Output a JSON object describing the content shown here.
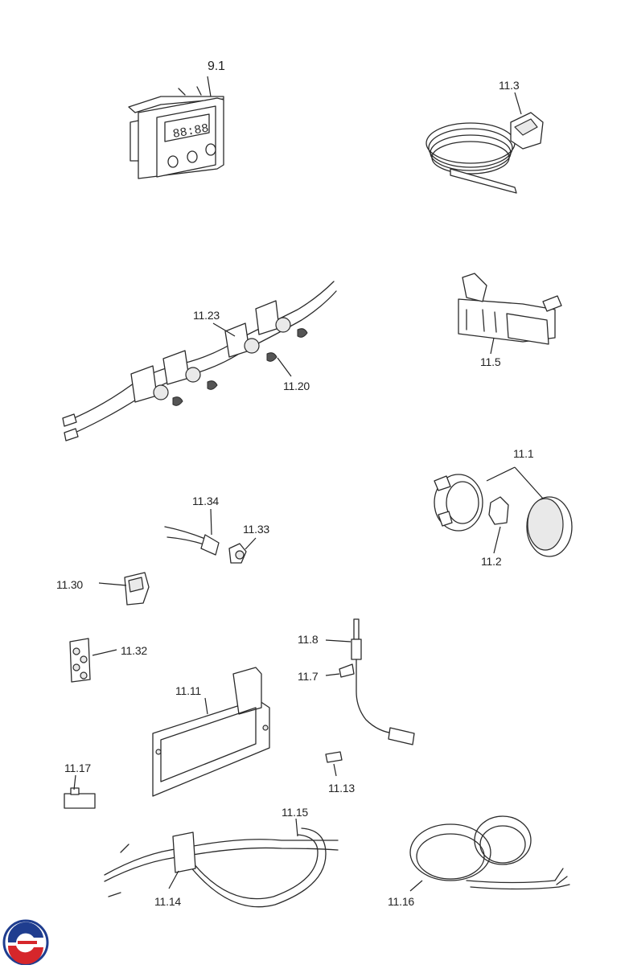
{
  "labels": {
    "p9_1": "9.1",
    "p11_3": "11.3",
    "p11_23": "11.23",
    "p11_20": "11.20",
    "p11_5": "11.5",
    "p11_1": "11.1",
    "p11_2": "11.2",
    "p11_34": "11.34",
    "p11_33": "11.33",
    "p11_30": "11.30",
    "p11_32": "11.32",
    "p11_8": "11.8",
    "p11_7": "11.7",
    "p11_11": "11.11",
    "p11_13": "11.13",
    "p11_17": "11.17",
    "p11_15": "11.15",
    "p11_14": "11.14",
    "p11_16": "11.16"
  },
  "timer_display": "88:88",
  "colors": {
    "line": "#2b2b2b",
    "logo_red": "#d6262b",
    "logo_blue": "#1f3d8f"
  },
  "icons": {
    "brand_logo": "circular-brand-logo"
  }
}
